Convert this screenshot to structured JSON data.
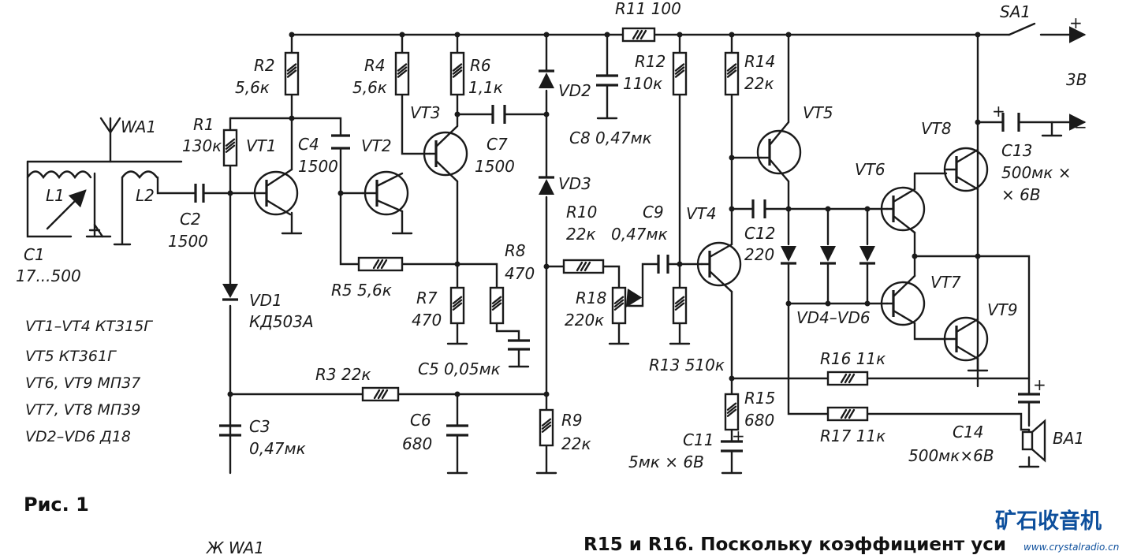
{
  "figure_caption": "Рис. 1",
  "body_text": "R15 и R16. Поскольку коэффициент уси",
  "footer_fragment": "Ж WA1",
  "watermark": {
    "name": "矿石收音机",
    "url": "www.crystalradio.cn",
    "color": "#0d4f9c"
  },
  "supply": {
    "switch": "SA1",
    "plus": "+",
    "minus": "−",
    "voltage": "3В"
  },
  "legend": [
    "VT1–VT4   КТ315Г",
    "VT5   КТ361Г",
    "VT6, VT9   МП37",
    "VT7, VT8   МП39",
    "VD2–VD6   Д18"
  ],
  "components": {
    "WA1": "WA1",
    "L1": "L1",
    "L2": "L2",
    "C1": "C1",
    "C1_val": "17...500",
    "C2": "C2",
    "C2_val": "1500",
    "R1": "R1",
    "R1_val": "130к",
    "R2": "R2",
    "R2_val": "5,6к",
    "R3": "R3  22к",
    "R4": "R4",
    "R4_val": "5,6к",
    "R5": "R5 5,6к",
    "R6": "R6",
    "R6_val": "1,1к",
    "R7": "R7",
    "R7_val": "470",
    "R8": "R8",
    "R8_val": "470",
    "R9": "R9",
    "R9_val": "22к",
    "R10": "R10",
    "R10_val": "22к",
    "R11": "R11 100",
    "R12": "R12",
    "R12_val": "110к",
    "R13": "R13 510к",
    "R14": "R14",
    "R14_val": "22к",
    "R15": "R15",
    "R15_val": "680",
    "R16": "R16  11к",
    "R17": "R17  11к",
    "R18": "R18",
    "R18_val": "220к",
    "C3": "C3",
    "C3_val": "0,47мк",
    "C4": "C4",
    "C4_val": "1500",
    "C5": "C5  0,05мк",
    "C6": "C6",
    "C6_val": "680",
    "C7": "C7",
    "C7_val": "1500",
    "C8": "C8  0,47мк",
    "C9": "C9",
    "C9_val": "0,47мк",
    "C11": "C11",
    "C11_val": "5мк × 6В",
    "C12": "C12",
    "C12_val": "220",
    "C13": "C13",
    "C13_val": "500мк ×",
    "C13_val2": "× 6В",
    "C14": "C14",
    "C14_val": "500мк×6В",
    "VD1": "VD1",
    "VD1_val": "КД503А",
    "VD2": "VD2",
    "VD3": "VD3",
    "VD4_6": "VD4–VD6",
    "VT1": "VT1",
    "VT2": "VT2",
    "VT3": "VT3",
    "VT4": "VT4",
    "VT5": "VT5",
    "VT6": "VT6",
    "VT7": "VT7",
    "VT8": "VT8",
    "VT9": "VT9",
    "BA1": "BA1"
  }
}
